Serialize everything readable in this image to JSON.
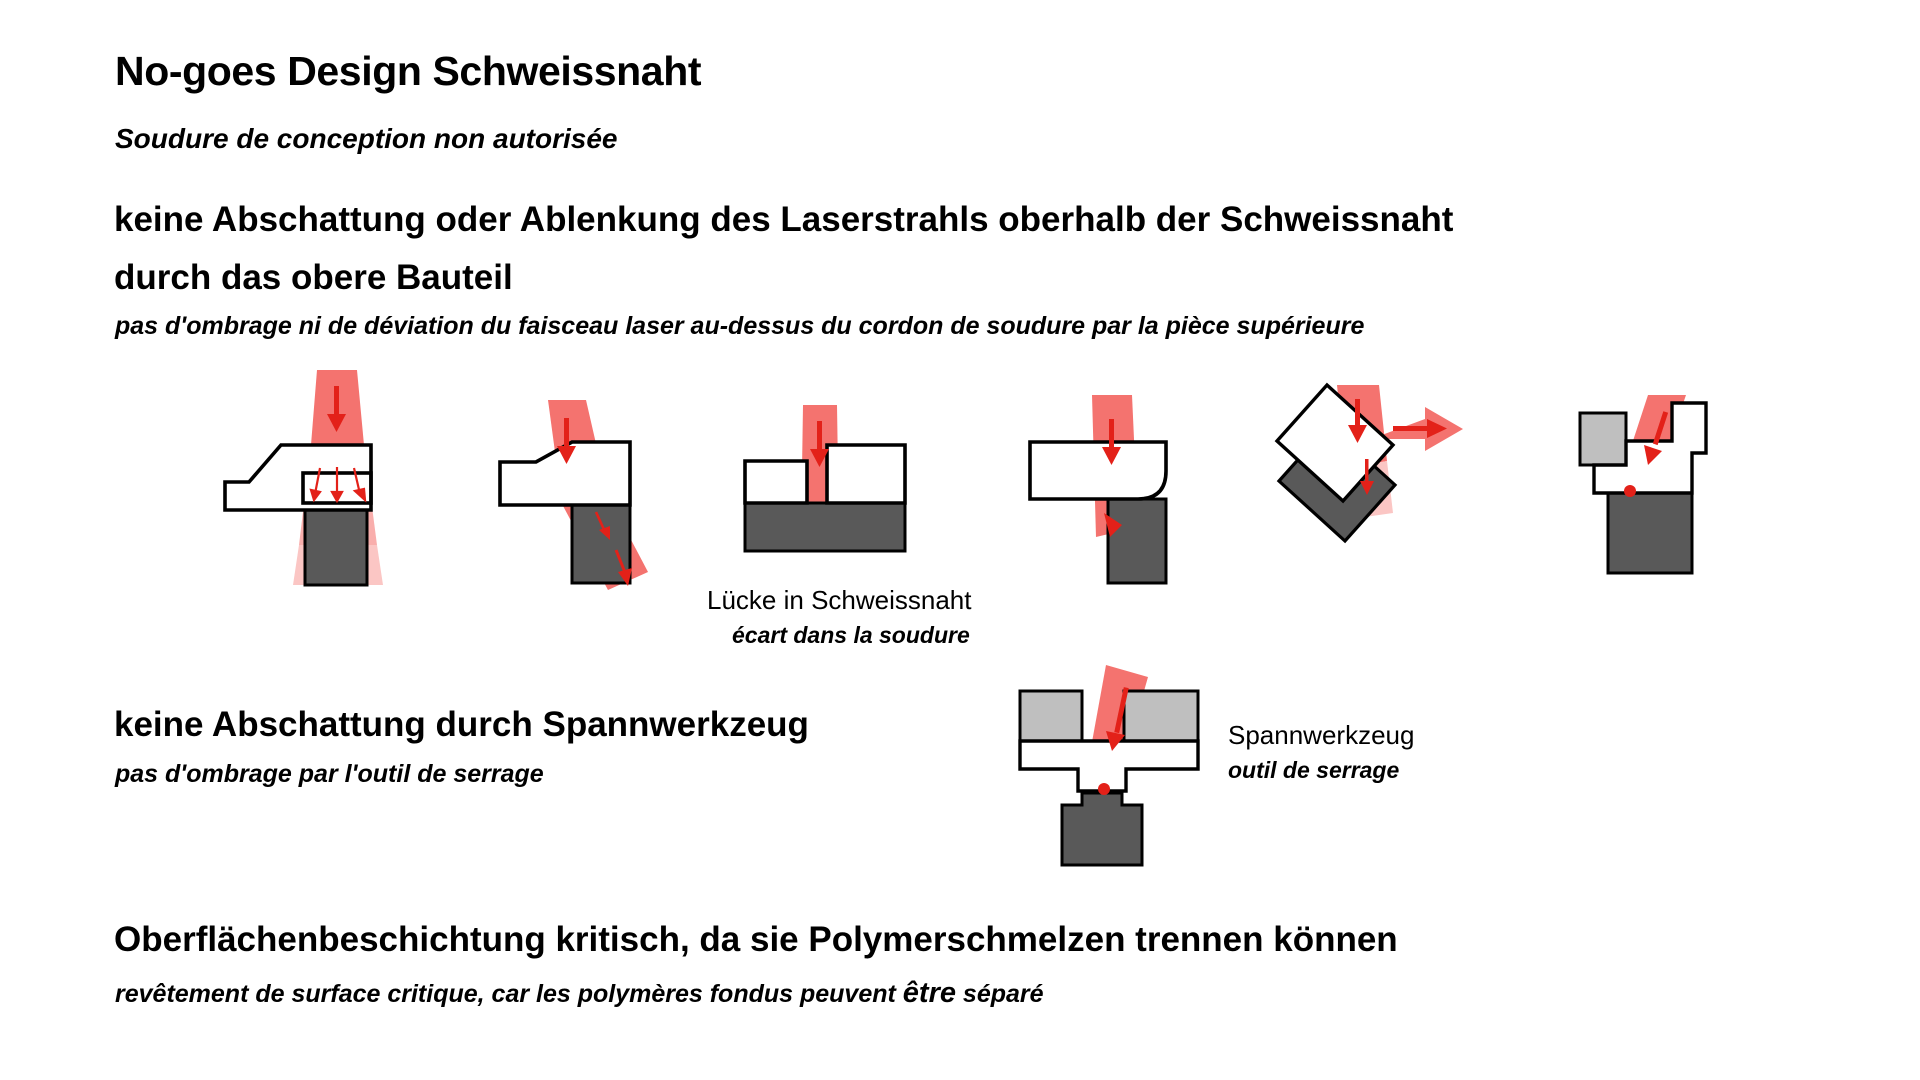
{
  "slide": {
    "background_color": "#ffffff",
    "title_de": "No-goes Design Schweissnaht",
    "title_fr": "Soudure de conception non autorisée"
  },
  "sections": [
    {
      "id": "no-shadowing-upper-part",
      "heading_de_line1": "keine Abschattung oder Ablenkung des Laserstrahls oberhalb der Schweissnaht",
      "heading_de_line2": "durch das obere Bauteil",
      "heading_fr": "pas d'ombrage ni de déviation du faisceau laser au-dessus du cordon de soudure par la pièce supérieure"
    },
    {
      "id": "no-shadowing-clamping-tool",
      "heading_de": "keine Abschattung durch Spannwerkzeug",
      "heading_fr": "pas d'ombrage par l'outil de serrage"
    },
    {
      "id": "surface-coating-critical",
      "heading_de": "Oberflächenbeschichtung kritisch, da sie Polymerschmelzen trennen können",
      "heading_fr_before": "revêtement de surface critique, car les polymères fondus peuvent ",
      "heading_fr_accent": "être",
      "heading_fr_after": " séparé"
    }
  ],
  "labels": {
    "gap_de": "Lücke in Schweissnaht",
    "gap_fr": "écart dans la soudure",
    "tool_de": "Spannwerkzeug",
    "tool_fr": "outil de serrage"
  },
  "figures": [
    {
      "id": "fig-1",
      "name": "chamfered-upper-part-beam-spread",
      "beam": "vertical",
      "note": "beam widens inside weld zone, small spreading arrows"
    },
    {
      "id": "fig-2",
      "name": "angled-beam-deflected-by-chamfer",
      "beam": "angled",
      "note": "beam deflected by sloped upper part edge"
    },
    {
      "id": "fig-3",
      "name": "step-joint-gap-in-weld",
      "beam": "vertical",
      "note": "gap between upper parts, beam passes through"
    },
    {
      "id": "fig-4",
      "name": "rounded-edge-beam-deflection",
      "beam": "angled",
      "note": "beam hits rounded corner of upper part"
    },
    {
      "id": "fig-5",
      "name": "tilted-part-beam-reflection",
      "beam": "angled",
      "note": "beam reflected sideways off tilted part"
    },
    {
      "id": "fig-6",
      "name": "stepped-part-shadowed-weld",
      "beam": "angled",
      "note": "beam shadowed by overhanging geometry"
    },
    {
      "id": "fig-7",
      "name": "clamping-tool-shadowing",
      "beam": "angled",
      "note": "clamping tool blocks beam access to weld"
    }
  ],
  "colors": {
    "beam": "#F4736F",
    "beam_light": "#FBBEBC",
    "arrow": "#E32119",
    "outline": "#000000",
    "dark_block": "#595959",
    "light_block": "#BFBFBF",
    "background": "#FFFFFF"
  }
}
